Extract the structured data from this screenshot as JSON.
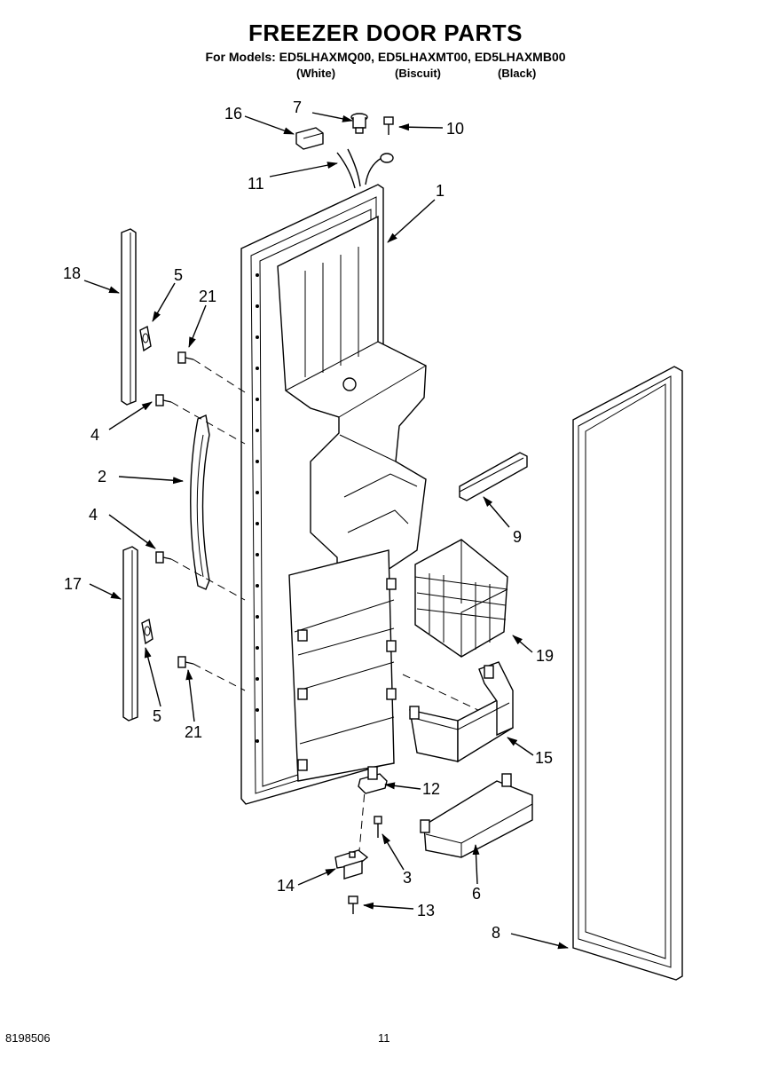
{
  "header": {
    "title": "FREEZER DOOR PARTS",
    "models": "For Models: ED5LHAXMQ00, ED5LHAXMT00, ED5LHAXMB00",
    "colors": [
      "(White)",
      "(Biscuit)",
      "(Black)"
    ]
  },
  "callouts": {
    "c1": "1",
    "c2": "2",
    "c3": "3",
    "c4a": "4",
    "c4b": "4",
    "c5a": "5",
    "c5b": "5",
    "c6": "6",
    "c7": "7",
    "c8": "8",
    "c9": "9",
    "c10": "10",
    "c11": "11",
    "c12": "12",
    "c13": "13",
    "c14": "14",
    "c15": "15",
    "c16": "16",
    "c17": "17",
    "c18": "18",
    "c19": "19",
    "c21a": "21",
    "c21b": "21"
  },
  "footer": {
    "doc_number": "8198506",
    "page_number": "11"
  }
}
